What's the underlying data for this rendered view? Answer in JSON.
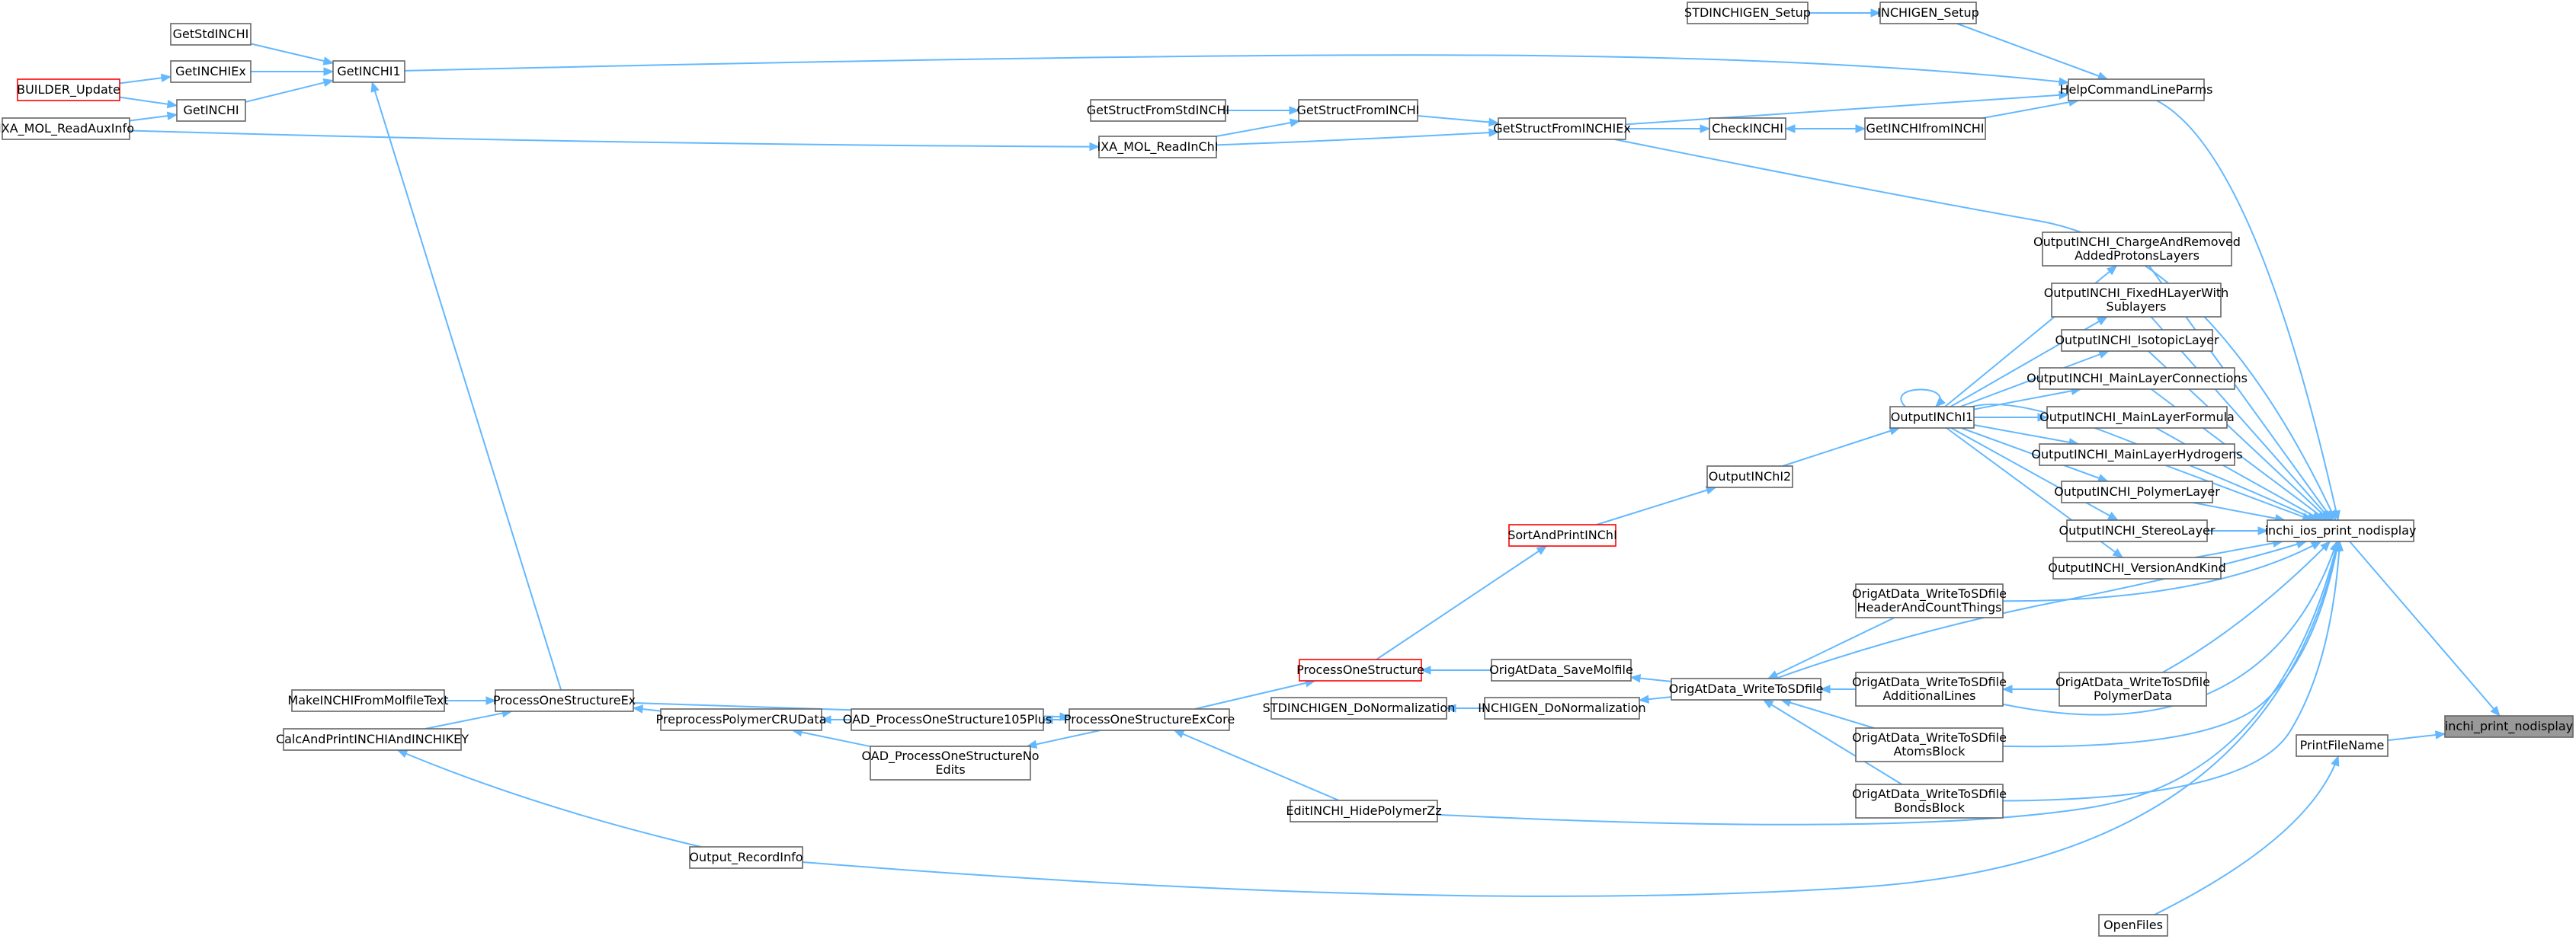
{
  "graph": {
    "kind": "caller graph",
    "edge_color": "#63b8ff",
    "node_border": "#666666",
    "highlight_border": "#ff0000",
    "focus_fill": "#999999",
    "focus": "inchi_print_nodisplay",
    "nodes": {
      "inchi_print_nodisplay": {
        "lines": [
          "inchi_print_nodisplay"
        ],
        "style": "focus"
      },
      "inchi_ios_print_nodisplay": {
        "lines": [
          "inchi_ios_print_nodisplay"
        ]
      },
      "PrintFileName": {
        "lines": [
          "PrintFileName"
        ]
      },
      "OpenFiles": {
        "lines": [
          "OpenFiles"
        ]
      },
      "HelpCommandLineParms": {
        "lines": [
          "HelpCommandLineParms"
        ]
      },
      "INCHIGEN_Setup": {
        "lines": [
          "INCHIGEN_Setup"
        ]
      },
      "STDINCHIGEN_Setup": {
        "lines": [
          "STDINCHIGEN_Setup"
        ]
      },
      "GetINCHIfromINCHI": {
        "lines": [
          "GetINCHIfromINCHI"
        ]
      },
      "CheckINCHI": {
        "lines": [
          "CheckINCHI"
        ]
      },
      "GetStructFromINCHIEx": {
        "lines": [
          "GetStructFromINCHIEx"
        ]
      },
      "GetStructFromINCHI": {
        "lines": [
          "GetStructFromINCHI"
        ]
      },
      "GetStructFromStdINCHI": {
        "lines": [
          "GetStructFromStdINCHI"
        ]
      },
      "IXA_MOL_ReadInChI": {
        "lines": [
          "IXA_MOL_ReadInChI"
        ]
      },
      "IXA_MOL_ReadAuxInfo": {
        "lines": [
          "IXA_MOL_ReadAuxInfo"
        ]
      },
      "GetINCHI1": {
        "lines": [
          "GetINCHI1"
        ]
      },
      "GetStdINCHI": {
        "lines": [
          "GetStdINCHI"
        ]
      },
      "GetINCHIEx": {
        "lines": [
          "GetINCHIEx"
        ]
      },
      "GetINCHI": {
        "lines": [
          "GetINCHI"
        ]
      },
      "BUILDER_Update": {
        "lines": [
          "BUILDER_Update"
        ],
        "style": "red"
      },
      "OutputINCHI1": {
        "lines": [
          "OutputINChI1"
        ]
      },
      "OutputINCHI2": {
        "lines": [
          "OutputINChI2"
        ]
      },
      "SortAndPrintINChI": {
        "lines": [
          "SortAndPrintINChI"
        ],
        "style": "red"
      },
      "ProcessOneStructure": {
        "lines": [
          "ProcessOneStructure"
        ],
        "style": "red"
      },
      "ProcessOneStructureExCore": {
        "lines": [
          "ProcessOneStructureExCore"
        ]
      },
      "ProcessOneStructureEx": {
        "lines": [
          "ProcessOneStructureEx"
        ]
      },
      "MakeINCHIFromMolfileText": {
        "lines": [
          "MakeINCHIFromMolfileText"
        ]
      },
      "CalcAndPrintINCHIAndINCHIKEY": {
        "lines": [
          "CalcAndPrintINCHIAndINCHIKEY"
        ]
      },
      "PreprocessPolymerCRUData": {
        "lines": [
          "PreprocessPolymerCRUData"
        ]
      },
      "OAD_ProcessOneStructure105Plus": {
        "lines": [
          "OAD_ProcessOneStructure105Plus"
        ]
      },
      "OAD_ProcessOneStructureNoEdits": {
        "lines": [
          "OAD_ProcessOneStructureNo",
          "Edits"
        ]
      },
      "EditINCHI_HidePolymerZz": {
        "lines": [
          "EditINCHI_HidePolymerZz"
        ]
      },
      "Output_RecordInfo": {
        "lines": [
          "Output_RecordInfo"
        ]
      },
      "OrigAtData_SaveMolfile": {
        "lines": [
          "OrigAtData_SaveMolfile"
        ]
      },
      "OrigAtData_WriteToSDfile": {
        "lines": [
          "OrigAtData_WriteToSDfile"
        ]
      },
      "INCHIGEN_DoNormalization": {
        "lines": [
          "INCHIGEN_DoNormalization"
        ]
      },
      "STDINCHIGEN_DoNormalization": {
        "lines": [
          "STDINCHIGEN_DoNormalization"
        ]
      },
      "OAD_HeaderAndCountThings": {
        "lines": [
          "OrigAtData_WriteToSDfile",
          "HeaderAndCountThings"
        ]
      },
      "OAD_AdditionalLines": {
        "lines": [
          "OrigAtData_WriteToSDfile",
          "AdditionalLines"
        ]
      },
      "OAD_AtomsBlock": {
        "lines": [
          "OrigAtData_WriteToSDfile",
          "AtomsBlock"
        ]
      },
      "OAD_BondsBlock": {
        "lines": [
          "OrigAtData_WriteToSDfile",
          "BondsBlock"
        ]
      },
      "OAD_PolymerData": {
        "lines": [
          "OrigAtData_WriteToSDfile",
          "PolymerData"
        ]
      },
      "Out_ChargeAndRemoved": {
        "lines": [
          "OutputINCHI_ChargeAndRemoved",
          "AddedProtonsLayers"
        ]
      },
      "Out_FixedHLayer": {
        "lines": [
          "OutputINCHI_FixedHLayerWith",
          "Sublayers"
        ]
      },
      "Out_IsotopicLayer": {
        "lines": [
          "OutputINCHI_IsotopicLayer"
        ]
      },
      "Out_MainLayerConnections": {
        "lines": [
          "OutputINCHI_MainLayerConnections"
        ]
      },
      "Out_MainLayerFormula": {
        "lines": [
          "OutputINCHI_MainLayerFormula"
        ]
      },
      "Out_MainLayerHydrogens": {
        "lines": [
          "OutputINCHI_MainLayerHydrogens"
        ]
      },
      "Out_PolymerLayer": {
        "lines": [
          "OutputINCHI_PolymerLayer"
        ]
      },
      "Out_StereoLayer": {
        "lines": [
          "OutputINCHI_StereoLayer"
        ]
      },
      "Out_VersionAndKind": {
        "lines": [
          "OutputINCHI_VersionAndKind"
        ]
      }
    },
    "edges": [
      [
        "inchi_ios_print_nodisplay",
        "inchi_print_nodisplay"
      ],
      [
        "PrintFileName",
        "inchi_print_nodisplay"
      ],
      [
        "OpenFiles",
        "PrintFileName"
      ],
      [
        "HelpCommandLineParms",
        "inchi_ios_print_nodisplay"
      ],
      [
        "INCHIGEN_Setup",
        "HelpCommandLineParms"
      ],
      [
        "STDINCHIGEN_Setup",
        "INCHIGEN_Setup"
      ],
      [
        "GetINCHIfromINCHI",
        "HelpCommandLineParms"
      ],
      [
        "CheckINCHI",
        "GetINCHIfromINCHI"
      ],
      [
        "GetINCHIfromINCHI",
        "CheckINCHI"
      ],
      [
        "GetStructFromINCHIEx",
        "CheckINCHI"
      ],
      [
        "GetStructFromINCHIEx",
        "HelpCommandLineParms"
      ],
      [
        "GetStructFromINCHIEx",
        "inchi_ios_print_nodisplay"
      ],
      [
        "GetStructFromINCHI",
        "GetStructFromINCHIEx"
      ],
      [
        "GetStructFromStdINCHI",
        "GetStructFromINCHI"
      ],
      [
        "IXA_MOL_ReadInChI",
        "GetStructFromINCHI"
      ],
      [
        "IXA_MOL_ReadInChI",
        "GetStructFromINCHIEx"
      ],
      [
        "IXA_MOL_ReadAuxInfo",
        "IXA_MOL_ReadInChI"
      ],
      [
        "GetINCHI1",
        "HelpCommandLineParms"
      ],
      [
        "GetStdINCHI",
        "GetINCHI1"
      ],
      [
        "GetINCHIEx",
        "GetINCHI1"
      ],
      [
        "GetINCHI",
        "GetINCHI1"
      ],
      [
        "BUILDER_Update",
        "GetINCHIEx"
      ],
      [
        "BUILDER_Update",
        "GetINCHI"
      ],
      [
        "IXA_MOL_ReadAuxInfo",
        "GetINCHI"
      ],
      [
        "ProcessOneStructureEx",
        "GetINCHI1"
      ],
      [
        "Out_ChargeAndRemoved",
        "inchi_ios_print_nodisplay"
      ],
      [
        "Out_FixedHLayer",
        "inchi_ios_print_nodisplay"
      ],
      [
        "Out_IsotopicLayer",
        "inchi_ios_print_nodisplay"
      ],
      [
        "Out_MainLayerConnections",
        "inchi_ios_print_nodisplay"
      ],
      [
        "Out_MainLayerFormula",
        "inchi_ios_print_nodisplay"
      ],
      [
        "Out_MainLayerHydrogens",
        "inchi_ios_print_nodisplay"
      ],
      [
        "Out_PolymerLayer",
        "inchi_ios_print_nodisplay"
      ],
      [
        "Out_StereoLayer",
        "inchi_ios_print_nodisplay"
      ],
      [
        "Out_VersionAndKind",
        "inchi_ios_print_nodisplay"
      ],
      [
        "OutputINCHI1",
        "inchi_ios_print_nodisplay"
      ],
      [
        "OutputINCHI1",
        "OutputINCHI1"
      ],
      [
        "OutputINCHI1",
        "Out_ChargeAndRemoved"
      ],
      [
        "OutputINCHI1",
        "Out_FixedHLayer"
      ],
      [
        "OutputINCHI1",
        "Out_IsotopicLayer"
      ],
      [
        "OutputINCHI1",
        "Out_MainLayerConnections"
      ],
      [
        "OutputINCHI1",
        "Out_MainLayerFormula"
      ],
      [
        "OutputINCHI1",
        "Out_MainLayerHydrogens"
      ],
      [
        "OutputINCHI1",
        "Out_PolymerLayer"
      ],
      [
        "OutputINCHI1",
        "Out_StereoLayer"
      ],
      [
        "OutputINCHI1",
        "Out_VersionAndKind"
      ],
      [
        "OutputINCHI2",
        "OutputINCHI1"
      ],
      [
        "SortAndPrintINChI",
        "OutputINCHI2"
      ],
      [
        "ProcessOneStructure",
        "SortAndPrintINChI"
      ],
      [
        "ProcessOneStructureExCore",
        "ProcessOneStructure"
      ],
      [
        "ProcessOneStructureEx",
        "ProcessOneStructureExCore"
      ],
      [
        "MakeINCHIFromMolfileText",
        "ProcessOneStructureEx"
      ],
      [
        "CalcAndPrintINCHIAndINCHIKEY",
        "ProcessOneStructureEx"
      ],
      [
        "PreprocessPolymerCRUData",
        "ProcessOneStructureEx"
      ],
      [
        "OAD_ProcessOneStructure105Plus",
        "PreprocessPolymerCRUData"
      ],
      [
        "ProcessOneStructureExCore",
        "OAD_ProcessOneStructure105Plus"
      ],
      [
        "OAD_ProcessOneStructureNoEdits",
        "PreprocessPolymerCRUData"
      ],
      [
        "ProcessOneStructureExCore",
        "OAD_ProcessOneStructureNoEdits"
      ],
      [
        "EditINCHI_HidePolymerZz",
        "ProcessOneStructureExCore"
      ],
      [
        "EditINCHI_HidePolymerZz",
        "inchi_ios_print_nodisplay"
      ],
      [
        "Output_RecordInfo",
        "CalcAndPrintINCHIAndINCHIKEY"
      ],
      [
        "Output_RecordInfo",
        "inchi_ios_print_nodisplay"
      ],
      [
        "OrigAtData_SaveMolfile",
        "ProcessOneStructure"
      ],
      [
        "OrigAtData_WriteToSDfile",
        "OrigAtData_SaveMolfile"
      ],
      [
        "OrigAtData_WriteToSDfile",
        "INCHIGEN_DoNormalization"
      ],
      [
        "INCHIGEN_DoNormalization",
        "STDINCHIGEN_DoNormalization"
      ],
      [
        "OrigAtData_WriteToSDfile",
        "inchi_ios_print_nodisplay"
      ],
      [
        "OAD_HeaderAndCountThings",
        "OrigAtData_WriteToSDfile"
      ],
      [
        "OAD_HeaderAndCountThings",
        "inchi_ios_print_nodisplay"
      ],
      [
        "OAD_AdditionalLines",
        "OrigAtData_WriteToSDfile"
      ],
      [
        "OAD_AdditionalLines",
        "inchi_ios_print_nodisplay"
      ],
      [
        "OAD_PolymerData",
        "OAD_AdditionalLines"
      ],
      [
        "OAD_PolymerData",
        "inchi_ios_print_nodisplay"
      ],
      [
        "OAD_AtomsBlock",
        "OrigAtData_WriteToSDfile"
      ],
      [
        "OAD_AtomsBlock",
        "inchi_ios_print_nodisplay"
      ],
      [
        "OAD_BondsBlock",
        "OrigAtData_WriteToSDfile"
      ],
      [
        "OAD_BondsBlock",
        "inchi_ios_print_nodisplay"
      ]
    ]
  }
}
